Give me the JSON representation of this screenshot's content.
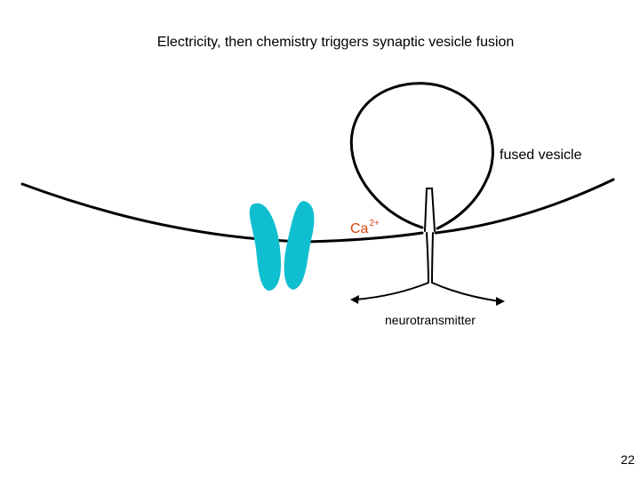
{
  "slide": {
    "title": "Electricity, then chemistry triggers synaptic vesicle fusion",
    "page_number": "22"
  },
  "labels": {
    "fused_vesicle": "fused vesicle",
    "calcium_base": "Ca",
    "calcium_charge": "2+",
    "neurotransmitter": "neurotransmitter"
  },
  "colors": {
    "channel": "#0fbfcf",
    "calcium_label": "#d9440f",
    "membrane": "#000000"
  }
}
